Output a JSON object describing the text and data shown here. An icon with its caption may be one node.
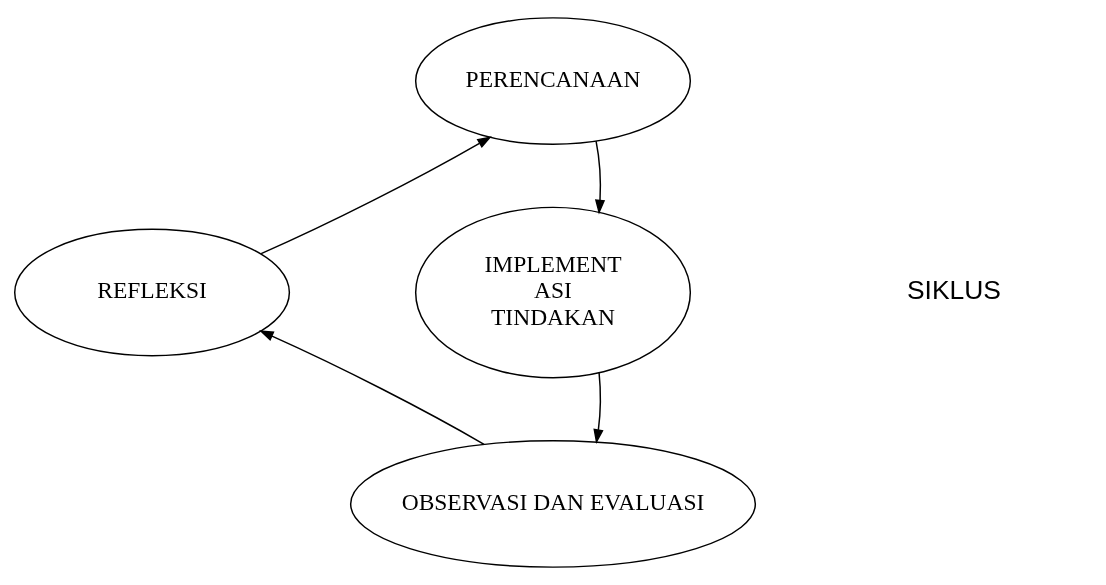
{
  "diagram": {
    "nodes": [
      {
        "text": [
          "PERENCANAAN"
        ]
      },
      {
        "text": [
          "REFLEKSI"
        ]
      },
      {
        "text": [
          "IMPLEMENT ASI TINDAKAN"
        ]
      },
      {
        "text": [
          "OBSERVASI DAN EVALUASI"
        ]
      }
    ],
    "edges": [
      {
        "from": 0,
        "to": 2,
        "arrow": "to"
      },
      {
        "from": 2,
        "to": 3,
        "arrow": "to"
      },
      {
        "from": 3,
        "to": 1,
        "arrow": "to"
      },
      {
        "from": 1,
        "to": 0,
        "arrow": "to"
      }
    ],
    "labels": [
      "SIKLUS"
    ]
  }
}
